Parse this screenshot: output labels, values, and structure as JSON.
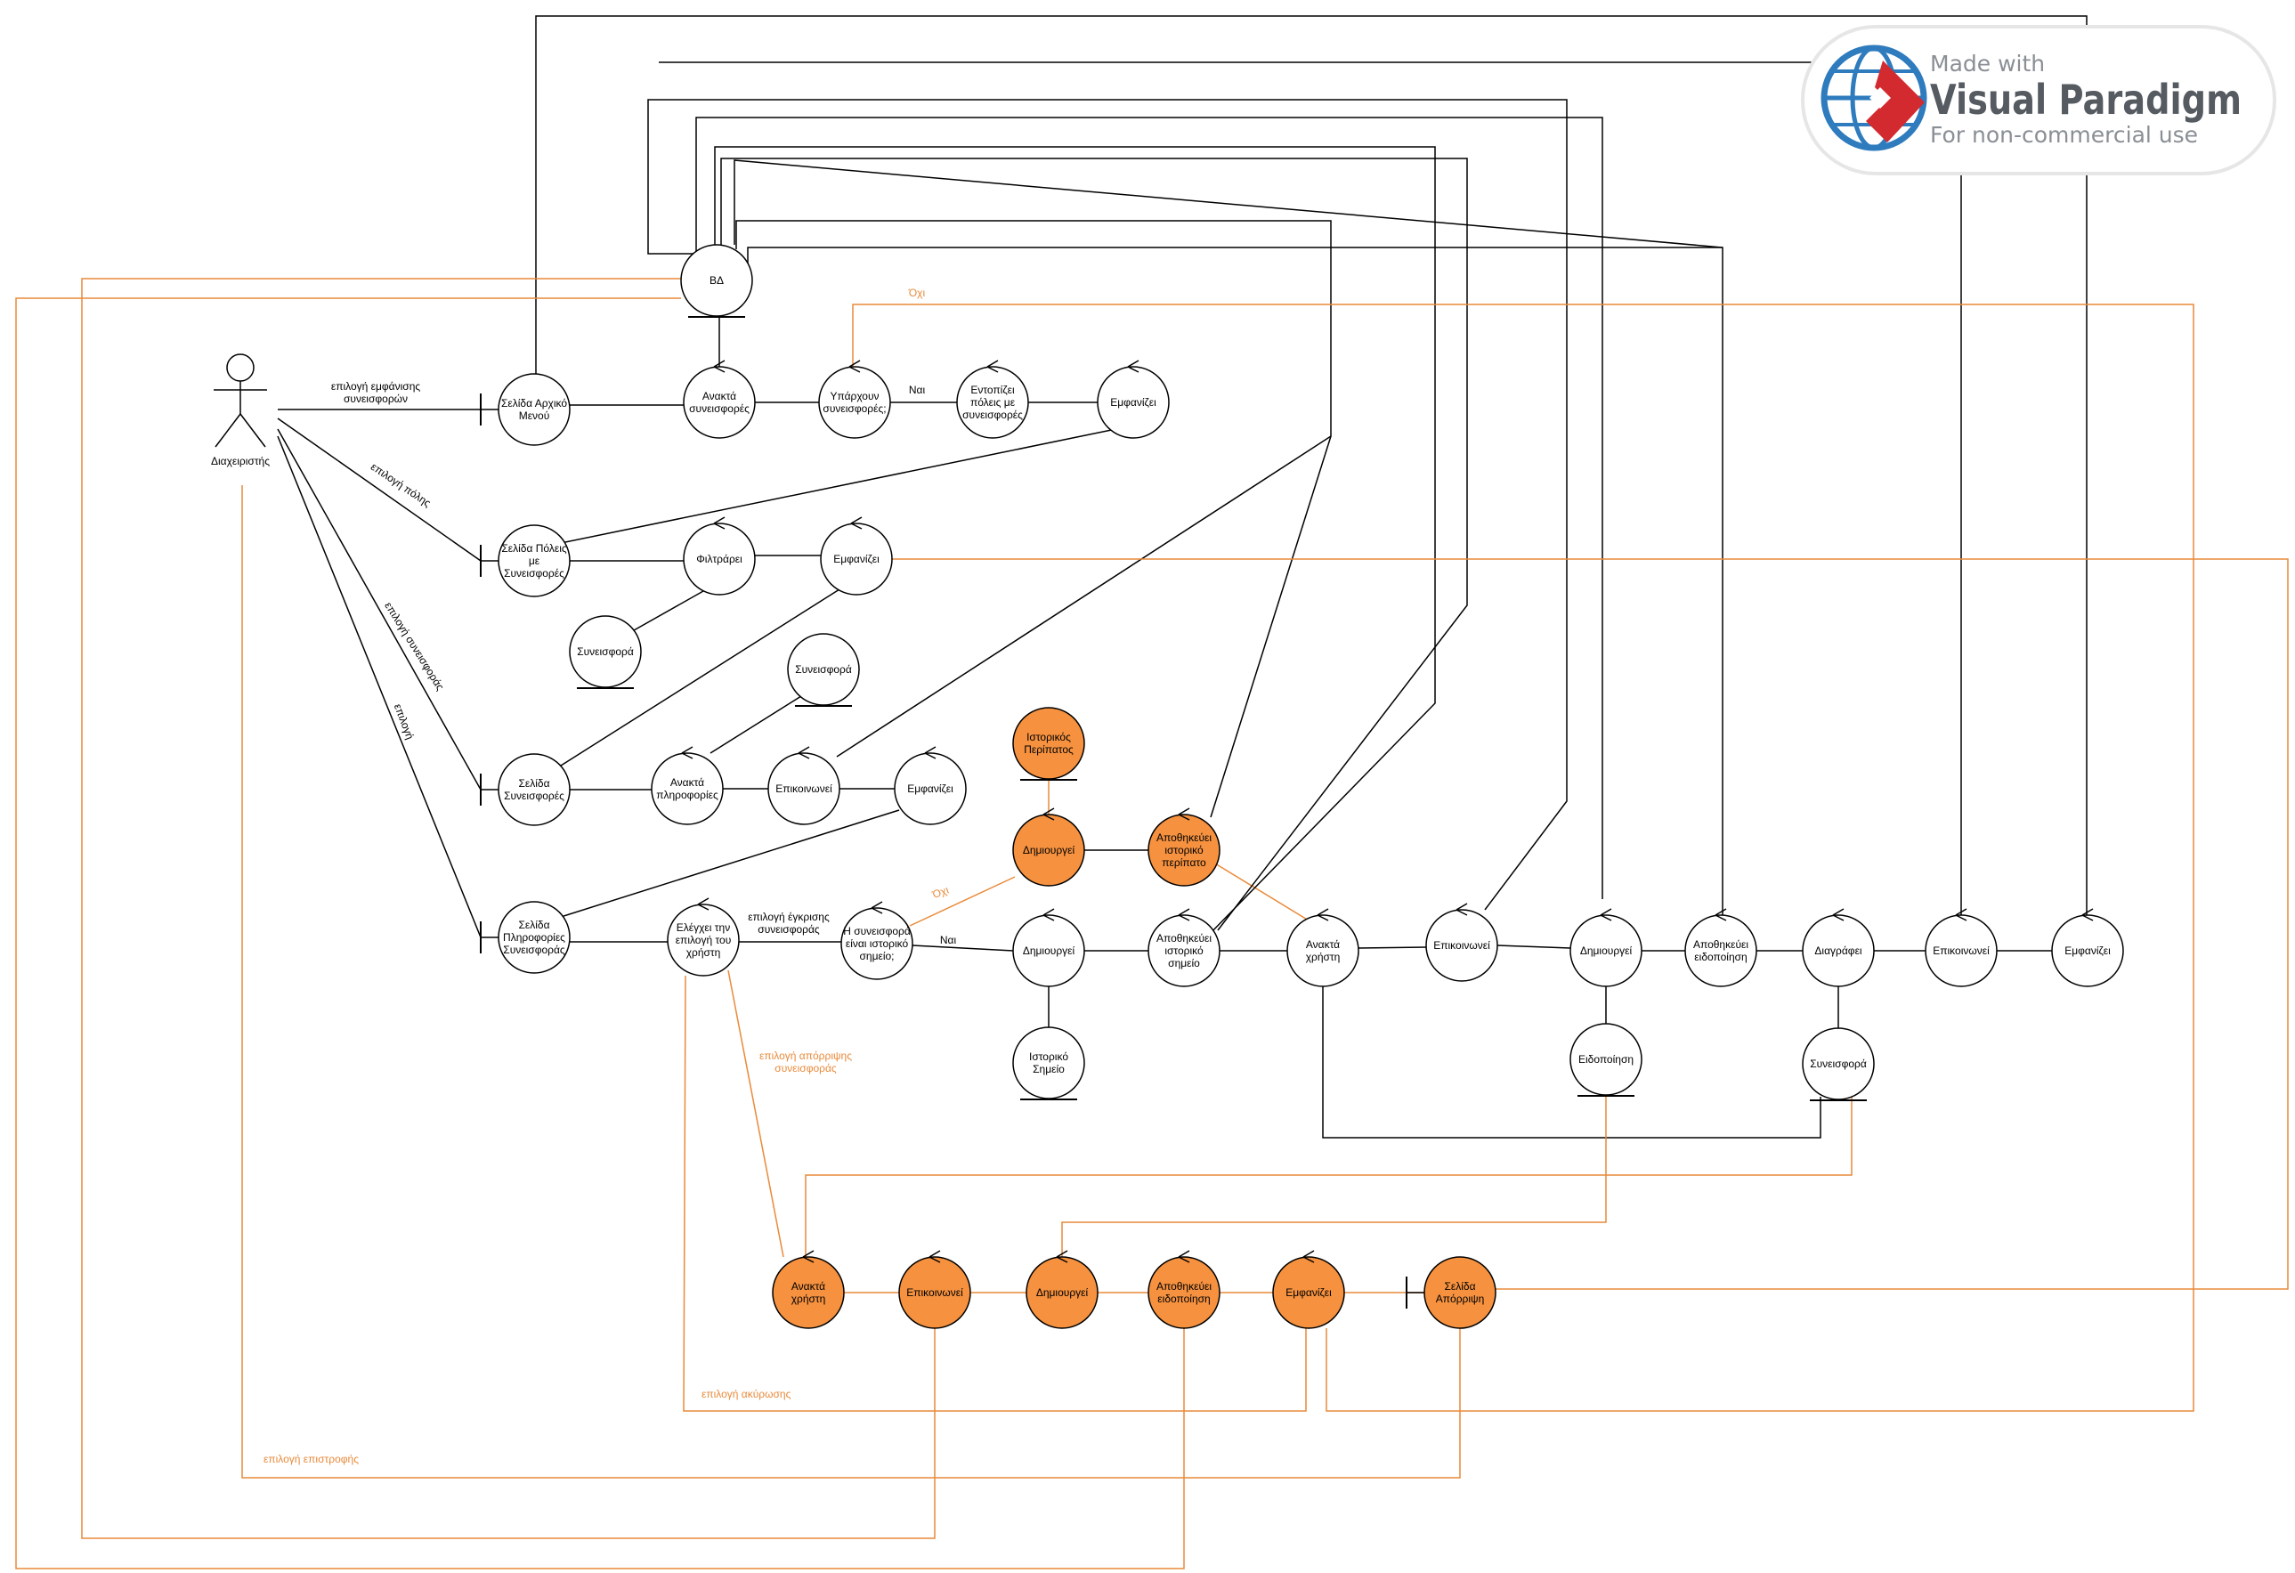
{
  "watermark": {
    "line1": "Made with",
    "line2": "Visual Paradigm",
    "line3": "For non-commercial use"
  },
  "actor": {
    "label": "Διαχειριστής"
  },
  "colors": {
    "line_black": "#000000",
    "line_orange": "#e98a3a",
    "fill_orange": "#f5913f",
    "stroke": "#000000"
  },
  "nodes": {
    "db": {
      "label": "ΒΔ"
    },
    "home_page": {
      "label": [
        "Σελίδα Αρχικό",
        "Μενού"
      ]
    },
    "retrieve_contrib_1": {
      "label": [
        "Ανακτά",
        "συνεισφορές"
      ]
    },
    "exist_contrib": {
      "label": [
        "Υπάρχουν",
        "συνεισφορές;"
      ]
    },
    "locate_cities": {
      "label": [
        "Εντοπίζει",
        "πόλεις με",
        "συνεισφορές"
      ]
    },
    "display_1": {
      "label": [
        "Εμφανίζει"
      ]
    },
    "cities_page": {
      "label": [
        "Σελίδα Πόλεις",
        "με",
        "Συνεισφορές"
      ]
    },
    "filter": {
      "label": [
        "Φιλτράρει"
      ]
    },
    "display_2": {
      "label": [
        "Εμφανίζει"
      ]
    },
    "contribution_entity_1": {
      "label": [
        "Συνεισφορά"
      ]
    },
    "contrib_page": {
      "label": [
        "Σελίδα",
        "Συνεισφορές"
      ]
    },
    "retrieve_info": {
      "label": [
        "Ανακτά",
        "πληροφορίες"
      ]
    },
    "contribution_entity_2": {
      "label": [
        "Συνεισφορά"
      ]
    },
    "communicate_1": {
      "label": [
        "Επικοινωνεί"
      ]
    },
    "display_3": {
      "label": [
        "Εμφανίζει"
      ]
    },
    "history_walk": {
      "label": [
        "Ιστορικός",
        "Περίπατος"
      ]
    },
    "create_walk": {
      "label": [
        "Δημιουργεί"
      ]
    },
    "store_walk": {
      "label": [
        "Αποθηκεύει",
        "ιστορικό",
        "περίπατο"
      ]
    },
    "info_page": {
      "label": [
        "Σελίδα",
        "Πληροφορίες",
        "Συνεισφοράς"
      ]
    },
    "check_choice": {
      "label": [
        "Ελέγχει την",
        "επιλογή του",
        "χρήστη"
      ]
    },
    "is_historic": {
      "label": [
        "Η συνεισφορά",
        "είναι ιστορικό",
        "σημείο;"
      ]
    },
    "create_point": {
      "label": [
        "Δημιουργεί"
      ]
    },
    "historic_point": {
      "label": [
        "Ιστορικό",
        "Σημείο"
      ]
    },
    "store_point": {
      "label": [
        "Αποθηκεύει",
        "ιστορικό",
        "σημείο"
      ]
    },
    "retrieve_user_1": {
      "label": [
        "Ανακτά",
        "χρήστη"
      ]
    },
    "communicate_2": {
      "label": [
        "Επικοινωνεί"
      ]
    },
    "create_notif_1": {
      "label": [
        "Δημιουργεί"
      ]
    },
    "notification": {
      "label": [
        "Ειδοποίηση"
      ]
    },
    "store_notif_1": {
      "label": [
        "Αποθηκεύει",
        "ειδοποίηση"
      ]
    },
    "delete": {
      "label": [
        "Διαγράφει"
      ]
    },
    "contribution_entity_3": {
      "label": [
        "Συνεισφορά"
      ]
    },
    "communicate_3": {
      "label": [
        "Επικοινωνεί"
      ]
    },
    "display_4": {
      "label": [
        "Εμφανίζει"
      ]
    },
    "retrieve_user_2": {
      "label": [
        "Ανακτά",
        "χρήστη"
      ]
    },
    "communicate_4": {
      "label": [
        "Επικοινωνεί"
      ]
    },
    "create_notif_2": {
      "label": [
        "Δημιουργεί"
      ]
    },
    "store_notif_2": {
      "label": [
        "Αποθηκεύει",
        "ειδοποίηση"
      ]
    },
    "display_5": {
      "label": [
        "Εμφανίζει"
      ]
    },
    "reject_page": {
      "label": [
        "Σελίδα",
        "Απόρριψη"
      ]
    }
  },
  "edge_labels": {
    "show_contrib": [
      "επιλογή εμφάνισης",
      "συνεισφορών"
    ],
    "choose_city": "επιλογή πόλης",
    "choose_contrib": "επιλογή συνεισφοράς",
    "choose": "επιλογή",
    "yes_1": "Ναι",
    "no_1": "Όχι",
    "approve": [
      "επιλογή έγκρισης",
      "συνεισφοράς"
    ],
    "yes_2": "Ναι",
    "no_2": "Όχι",
    "reject": [
      "επιλογή απόρριψης",
      "συνεισφοράς"
    ],
    "cancel": "επιλογή ακύρωσης",
    "back": "επιλογή επιστροφής"
  }
}
